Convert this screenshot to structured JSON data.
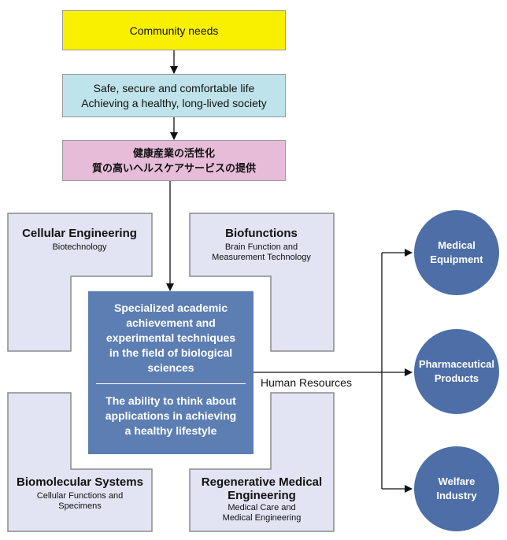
{
  "top_boxes": {
    "community": "Community needs",
    "safe_line1": "Safe, secure and comfortable life",
    "safe_line2": "Achieving a healthy, long-lived society",
    "jp_line1": "健康産業の活性化",
    "jp_line2": "質の高いヘルスケアサービスの提供"
  },
  "fields": {
    "cellular": {
      "title": "Cellular Engineering",
      "sub": "Biotechnology"
    },
    "biofunctions": {
      "title": "Biofunctions",
      "sub1": "Brain Function and",
      "sub2": "Measurement Technology"
    },
    "biomolecular": {
      "title": "Biomolecular Systems",
      "sub1": "Cellular Functions and",
      "sub2": "Specimens"
    },
    "regenerative": {
      "title1": "Regenerative Medical",
      "title2": "Engineering",
      "sub1": "Medical Care and",
      "sub2": "Medical Engineering"
    }
  },
  "center": {
    "part1": [
      "Specialized academic",
      "achievement and",
      "experimental techniques",
      "in the field of biological",
      "sciences"
    ],
    "part2": [
      "The ability to think about",
      "applications in achieving",
      "a healthy lifestyle"
    ]
  },
  "human_resources": "Human Resources",
  "outcomes": {
    "medical": [
      "Medical",
      "Equipment"
    ],
    "pharma": [
      "Pharmaceutical",
      "Products"
    ],
    "welfare": [
      "Welfare",
      "Industry"
    ]
  },
  "colors": {
    "yellow": "#f9f000",
    "light_blue": "#bfe3ea",
    "pink": "#e6bcd9",
    "lavender": "#e2e3f3",
    "center_blue": "#5c7eb3",
    "circle_blue": "#4d6ea6"
  }
}
